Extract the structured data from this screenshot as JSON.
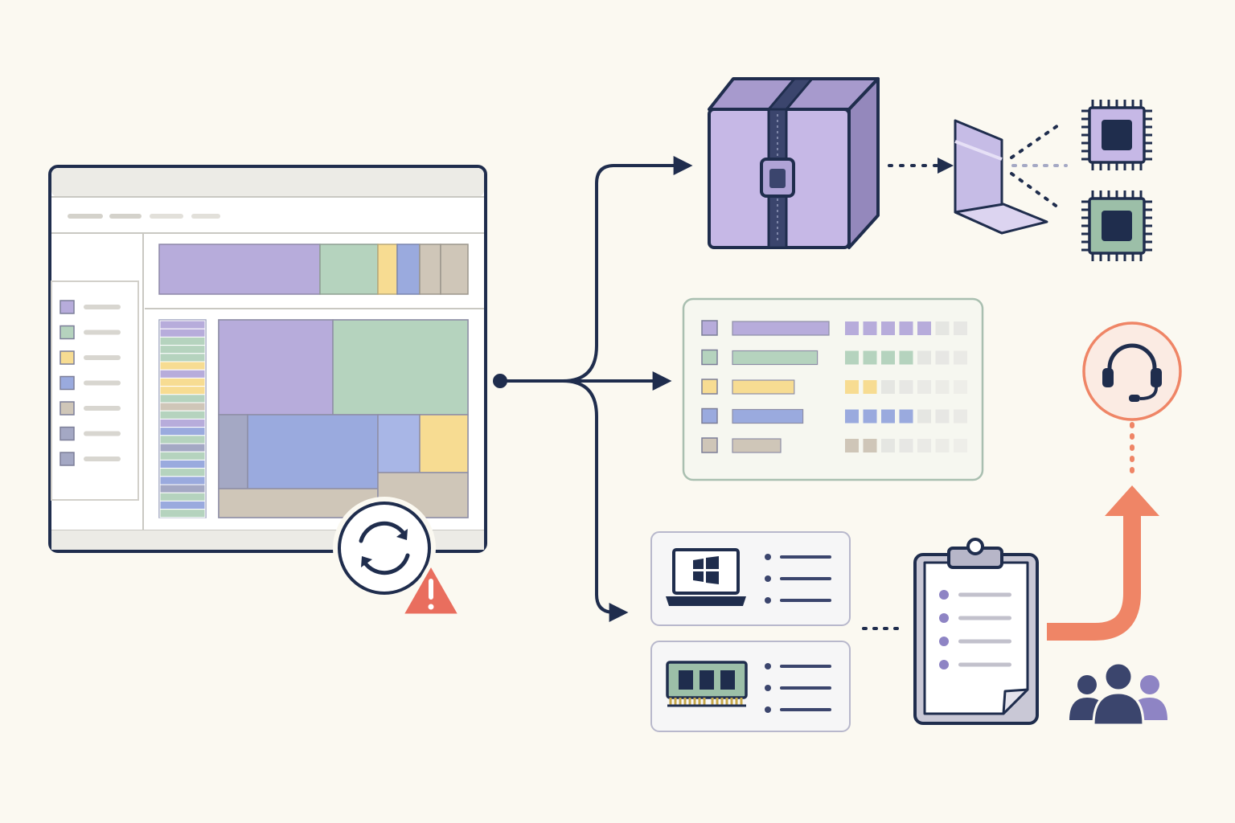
{
  "palette": {
    "background": "#FBF9F1",
    "ink": "#1F2D4D",
    "lavender": "#B7ACDB",
    "sage": "#B5D3BE",
    "butter": "#F7DC92",
    "periwinkle": "#9AAADE",
    "taupe": "#CFC6B8",
    "slate": "#A4A8C4",
    "warning_red": "#E96E5E",
    "support_orange": "#EF8566",
    "people_navy": "#3B456D",
    "people_violet": "#8E84C4",
    "chip_violet_fill": "#C6B8E6",
    "chip_green_fill": "#9CBFA8",
    "panel_fill": "#F6F7F0",
    "panel_border": "#A9BFB0",
    "card_border": "#B8B8CC"
  },
  "icons": {
    "sync": "sync-icon",
    "warning": "warning-triangle-icon",
    "package": "zipped-package-icon",
    "driver": "driver-bracket-icon",
    "chip": "chip-icon",
    "laptop": "laptop-windows-icon",
    "memory": "memory-module-icon",
    "clipboard": "clipboard-checklist-icon",
    "headset": "headset-support-icon",
    "users": "users-group-icon"
  },
  "app_window": {
    "legend_swatches": [
      "lavender",
      "sage",
      "butter",
      "periwinkle",
      "taupe",
      "slate",
      "slate"
    ],
    "treemap_cells": [
      "lavender",
      "sage",
      "slate",
      "periwinkle",
      "periwinkle",
      "butter",
      "taupe"
    ]
  },
  "usage_panel": {
    "rows": [
      {
        "swatch": "lavender",
        "bar_fraction": 1.0,
        "filled_cells": 5
      },
      {
        "swatch": "sage",
        "bar_fraction": 0.88,
        "filled_cells": 4
      },
      {
        "swatch": "butter",
        "bar_fraction": 0.64,
        "filled_cells": 2
      },
      {
        "swatch": "periwinkle",
        "bar_fraction": 0.73,
        "filled_cells": 4
      },
      {
        "swatch": "taupe",
        "bar_fraction": 0.5,
        "filled_cells": 2
      }
    ],
    "total_cells": 7
  }
}
